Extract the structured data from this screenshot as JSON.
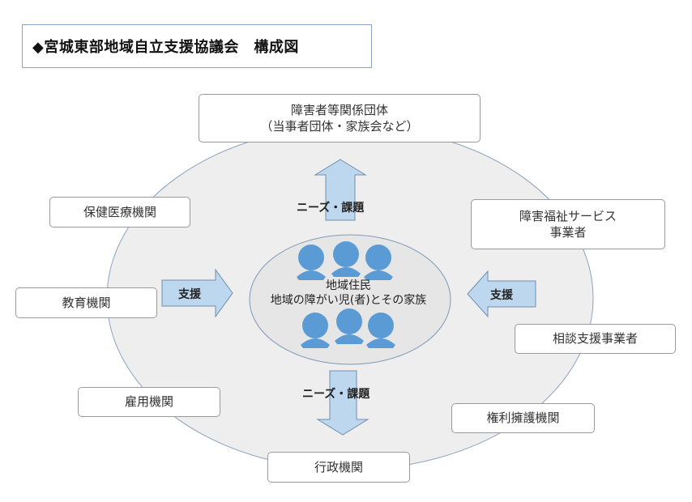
{
  "title": "◆宮城東部地域自立支援協議会　構成図",
  "center": {
    "line1": "地域住民",
    "line2": "地域の障がい児(者)とその家族"
  },
  "arrows": {
    "top": "ニーズ・課題",
    "bottom": "ニーズ・課題",
    "left": "支援",
    "right": "支援"
  },
  "organizations": {
    "top_line1": "障害者等関係団体",
    "top_line2": "（当事者団体・家族会など）",
    "health": "保健医療機関",
    "education": "教育機関",
    "employment": "雇用機関",
    "welfare_line1": "障害福祉サービス",
    "welfare_line2": "事業者",
    "consultation": "相談支援事業者",
    "advocacy": "権利擁護機関",
    "administration": "行政機関"
  },
  "colors": {
    "outer_ellipse": "#eeeeee",
    "inner_ellipse": "#e6e6e6",
    "arrow_fill": "#bdd7ee",
    "person": "#5b9bd5"
  }
}
